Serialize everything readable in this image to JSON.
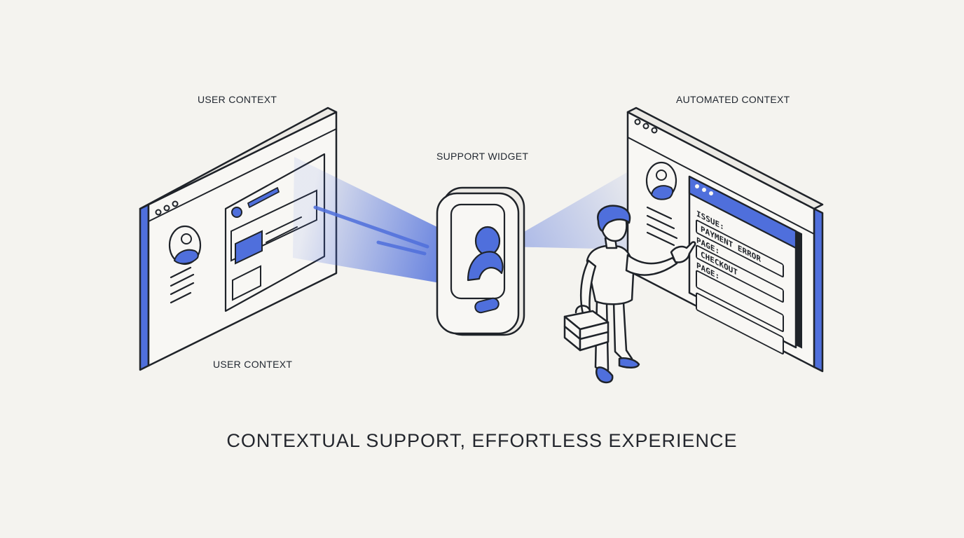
{
  "labels": {
    "user_context_top": "USER CONTEXT",
    "user_context_bottom": "USER CONTEXT",
    "support_widget": "SUPPORT WIDGET",
    "automated_context": "AUTOMATED CONTEXT"
  },
  "form": {
    "issue_label": "ISSUE:",
    "issue_value": "PAYMENT ERROR",
    "page_label": "PAGE:",
    "page_value": "CHECKOUT",
    "page_label_2": "PAGE:"
  },
  "tagline": "CONTEXTUAL SUPPORT, EFFORTLESS EXPERIENCE",
  "colors": {
    "accent": "#4f6fdc",
    "ink": "#1f2329",
    "background": "#f4f3ef",
    "panel": "#f8f7f4"
  }
}
